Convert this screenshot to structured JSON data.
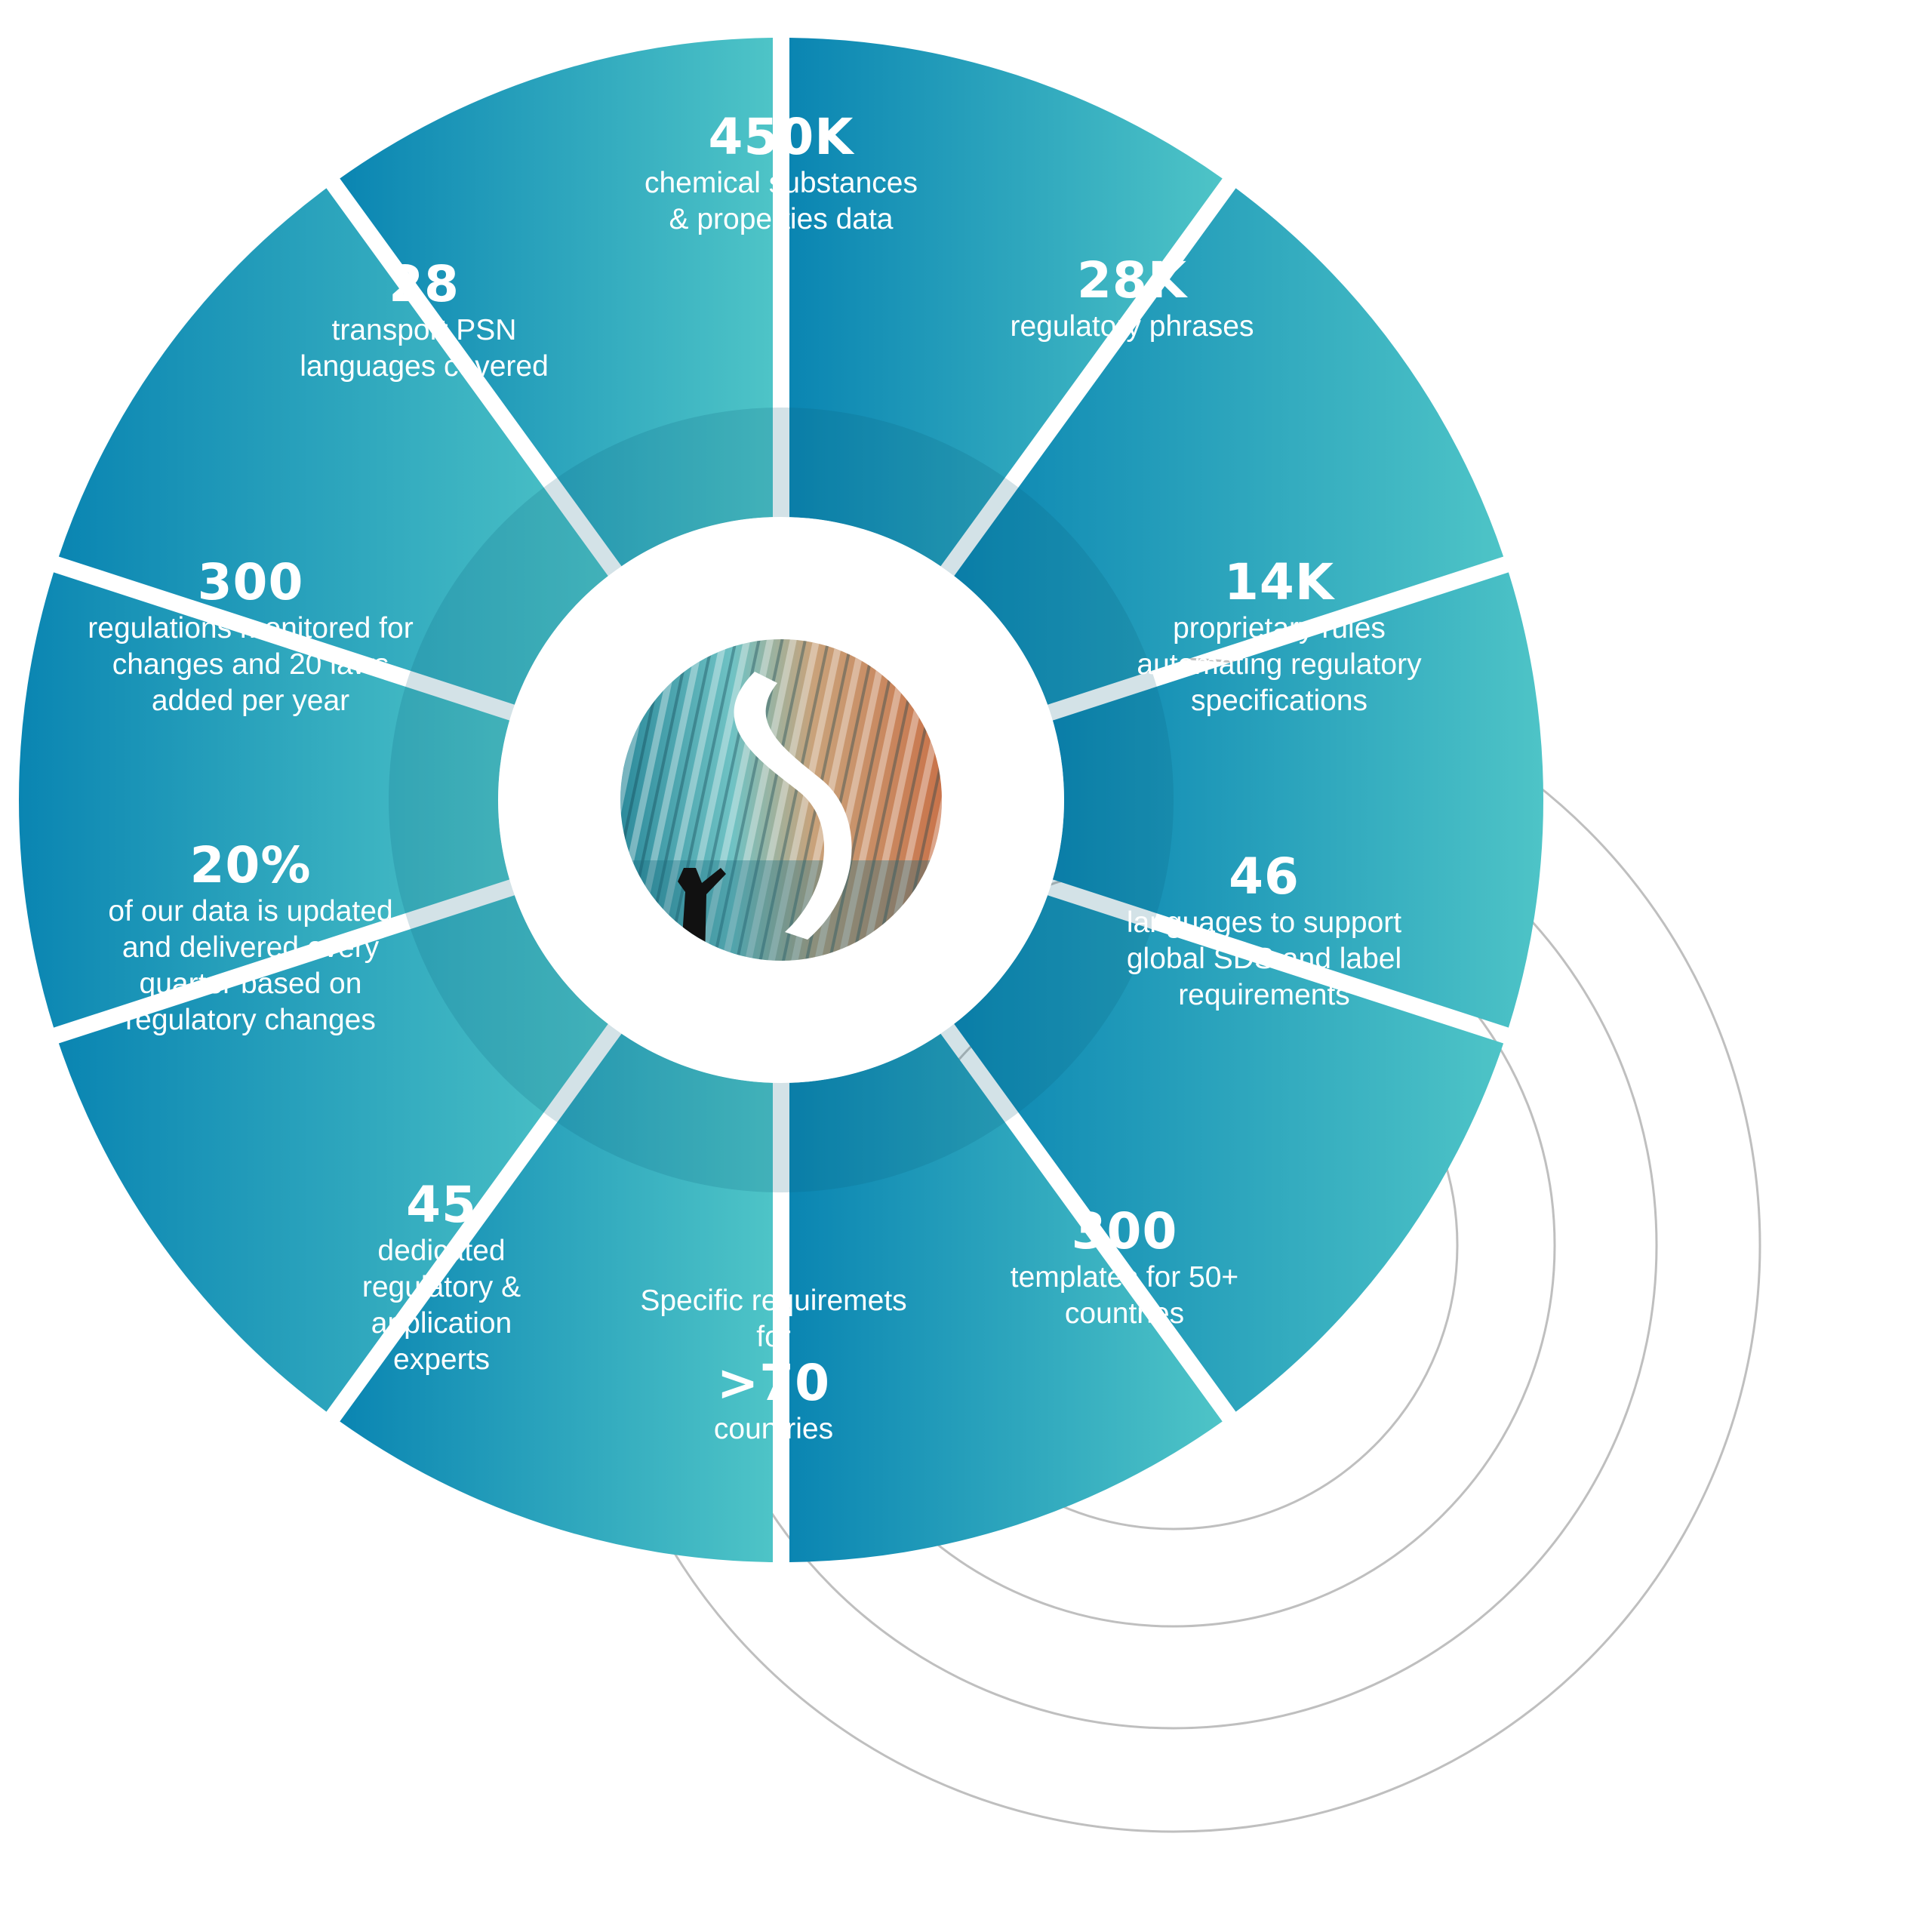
{
  "colors": {
    "segment_dark": "#0a85b2",
    "segment_light": "#4ec4c7",
    "ring_lines": "#bfbfbf",
    "center_bg": "#ffffff",
    "text": "#ffffff"
  },
  "center_logo": {
    "icon": "s-logo-photo-icon"
  },
  "segments": [
    {
      "id": "substances",
      "value": "450K",
      "description": "chemical substances & properties data"
    },
    {
      "id": "phrases",
      "value": "28K",
      "description": "regulatory phrases"
    },
    {
      "id": "rules",
      "value": "14K",
      "description": "proprietary rules automating regulatory specifications"
    },
    {
      "id": "languages",
      "value": "46",
      "description": "languages to support global SDS and label requirements"
    },
    {
      "id": "templates",
      "value": "300",
      "description": "templates for 50+ countries"
    },
    {
      "id": "countries",
      "value": ">70",
      "description_before": "Specific requiremets for",
      "description_after": "countries"
    },
    {
      "id": "experts",
      "value": "45",
      "description": "dedicated regulatory & application experts"
    },
    {
      "id": "updates",
      "value": "20%",
      "description": "of our data is updated and delivered every quarter based on regulatory changes"
    },
    {
      "id": "regulations",
      "value": "300",
      "description": "regulations monitored for changes and 20 laws added per year"
    },
    {
      "id": "psn",
      "value": "28",
      "description": "transport PSN languages covered"
    }
  ]
}
